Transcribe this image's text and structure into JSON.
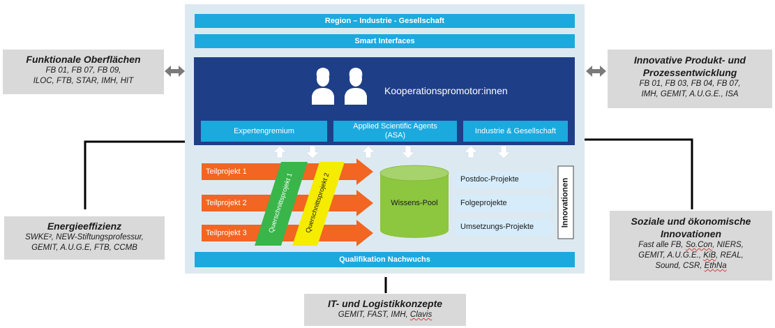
{
  "center": {
    "top_bar": "Region – Industrie - Gesellschaft",
    "second_bar": "Smart Interfaces",
    "coop_title": "Kooperationspromotor:innen",
    "boxes": [
      "Expertengremium",
      "Applied Scientific Agents (ASA)",
      "Industrie & Gesellschaft"
    ],
    "teilprojekte": [
      "Teilprojekt 1",
      "Teilprojekt 2",
      "Teilprojekt 3"
    ],
    "querschnitt": [
      "Querschnittsprojekt 1",
      "Querschnittsprojekt 2"
    ],
    "wissens_pool": "Wissens-Pool",
    "outputs": [
      "Postdoc-Projekte",
      "Folgeprojekte",
      "Umsetzungs-Projekte"
    ],
    "innovationen": "Innovationen",
    "bottom_bar": "Qualifikation Nachwuchs"
  },
  "left_top": {
    "title": "Funktionale Oberflächen",
    "lines": [
      "FB 01, FB 07, FB 09,",
      "ILOC, FTB, STAR, IMH, HIT"
    ]
  },
  "right_top": {
    "title_lines": [
      "Innovative Produkt- und",
      "Prozessentwicklung"
    ],
    "lines": [
      "FB 01, FB 03, FB 04, FB 07,",
      "IMH, GEMIT, A.U.G.E., ISA"
    ]
  },
  "left_bottom": {
    "title": "Energieeffizienz",
    "lines": [
      "SWKE², NEW-Stiftungsprofessur,",
      "GEMIT, A.U.G.E, FTB, CCMB"
    ]
  },
  "right_bottom": {
    "title_lines": [
      "Soziale und ökonomische",
      "Innovationen"
    ],
    "l1a": "Fast alle FB, ",
    "l1b": "So.Con",
    "l1c": ", NIERS,",
    "l2a": "GEMIT, A.U.G.E., ",
    "l2b": "KiB",
    "l2c": ", REAL,",
    "l3a": "Sound, CSR, ",
    "l3b": "EthNa"
  },
  "bottom": {
    "title": "IT- und Logistikkonzepte",
    "la": "GEMIT, FAST, IMH, ",
    "lb": "Clavis"
  },
  "colors": {
    "light_blue": "#1ca9de",
    "navy": "#1e3f87",
    "orange": "#f26522",
    "green": "#39b54a",
    "yellow": "#f5ec00",
    "pool_green": "#8dc63f",
    "gray_box": "#d9d9d9"
  }
}
